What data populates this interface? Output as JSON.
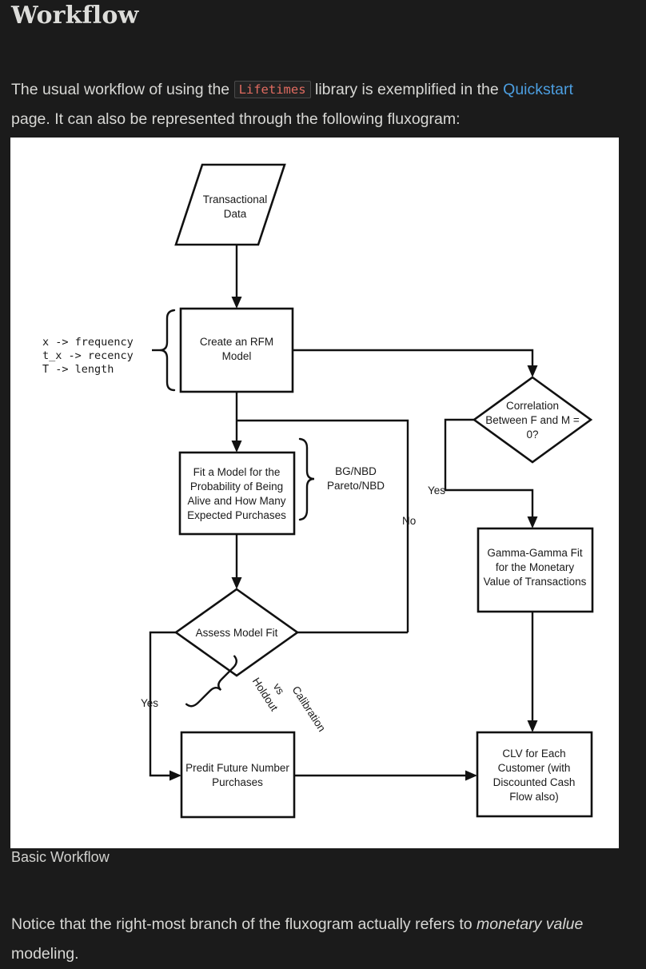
{
  "page": {
    "heading": "Workflow",
    "paragraph_1": {
      "before_code": "The usual workflow of using the ",
      "code": "Lifetimes",
      "after_code": " library is exemplified in the ",
      "link": "Quickstart",
      "tail": " page. It can also be represented through the following fluxogram:"
    },
    "figure_caption": "Basic Workflow",
    "paragraph_2": {
      "before_em": "Notice that the right-most branch of the fluxogram actually refers to ",
      "em": "monetary value",
      "after_em": " modeling."
    }
  },
  "colors": {
    "background": "#1b1b1b",
    "text": "#d8d8d5",
    "code": "#e06b60",
    "link": "#4c9ee0",
    "figure_bg": "#ffffff",
    "stroke": "#111111"
  },
  "flowchart": {
    "nodes": {
      "transactional_data": {
        "shape": "parallelogram",
        "lines": [
          "Transactional",
          "Data"
        ]
      },
      "create_rfm": {
        "shape": "rect",
        "lines": [
          "Create an RFM",
          "Model"
        ]
      },
      "fit_model": {
        "shape": "rect",
        "lines": [
          "Fit a Model for the",
          "Probability of Being",
          "Alive and How Many",
          "Expected Purchases"
        ]
      },
      "assess_fit": {
        "shape": "diamond",
        "lines": [
          "Assess Model Fit"
        ]
      },
      "correlation": {
        "shape": "diamond",
        "lines": [
          "Correlation",
          "Between F and M =",
          "0?"
        ]
      },
      "gamma_gamma": {
        "shape": "rect",
        "lines": [
          "Gamma-Gamma Fit",
          "for the Monetary",
          "Value of Transactions"
        ]
      },
      "predict_future": {
        "shape": "rect",
        "lines": [
          "Predit Future Number",
          "Purchases"
        ]
      },
      "clv": {
        "shape": "rect",
        "lines": [
          "CLV for Each",
          "Customer (with",
          "Discounted Cash",
          "Flow also)"
        ]
      }
    },
    "annotations": {
      "rfm_legend": [
        "x     -> frequency",
        "t_x   -> recency",
        "T     -> length"
      ],
      "model_family": [
        "BG/NBD",
        "Pareto/NBD"
      ],
      "validation": [
        "Calibration",
        "vs",
        "Holdout"
      ]
    },
    "edge_labels": {
      "assess_yes": "Yes",
      "assess_no": "No",
      "correlation_yes": "Yes"
    }
  }
}
